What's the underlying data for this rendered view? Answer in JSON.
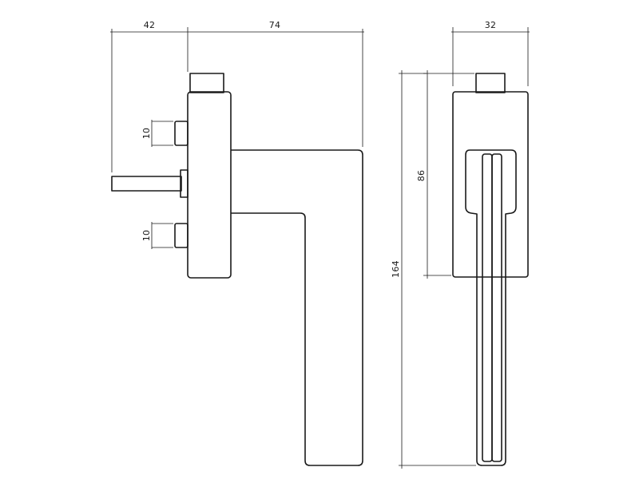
{
  "drawing": {
    "dimensions": {
      "top_left_width": "42",
      "top_right_width": "74",
      "top_side_width": "32",
      "pin_upper_height": "10",
      "pin_lower_height": "10",
      "height_inner": "86",
      "height_total": "164"
    },
    "colors": {
      "line": "#1a1a1a",
      "background": "#ffffff"
    }
  }
}
